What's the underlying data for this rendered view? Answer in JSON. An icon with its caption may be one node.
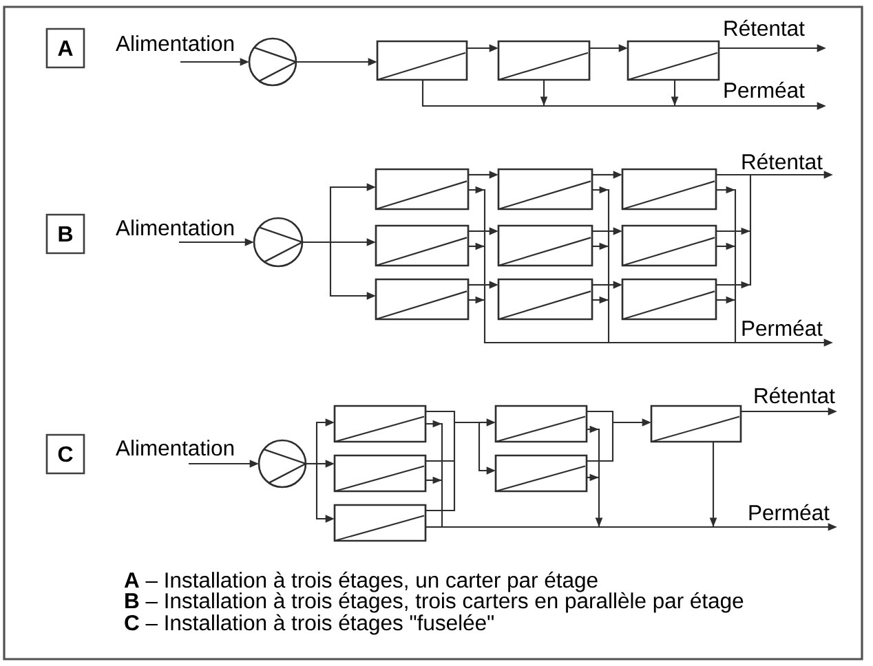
{
  "diagram": {
    "nodes": [
      {
        "text": [
          "A"
        ]
      },
      {
        "text": [
          "Alimentation"
        ]
      },
      {
        "text": [],
        "shape": "circle"
      },
      {
        "text": [],
        "shape": "box"
      },
      {
        "text": [],
        "shape": "box"
      },
      {
        "text": [],
        "shape": "box"
      },
      {
        "text": [
          "Rétentat"
        ]
      },
      {
        "text": [
          "Perméat"
        ]
      },
      {
        "text": [
          "B"
        ]
      },
      {
        "text": [
          "Alimentation"
        ]
      },
      {
        "text": [],
        "shape": "circle"
      },
      {
        "text": [],
        "shape": "box"
      },
      {
        "text": [],
        "shape": "box"
      },
      {
        "text": [],
        "shape": "box"
      },
      {
        "text": [],
        "shape": "box"
      },
      {
        "text": [],
        "shape": "box"
      },
      {
        "text": [],
        "shape": "box"
      },
      {
        "text": [],
        "shape": "box"
      },
      {
        "text": [],
        "shape": "box"
      },
      {
        "text": [],
        "shape": "box"
      },
      {
        "text": [
          "Rétentat"
        ]
      },
      {
        "text": [
          "Perméat"
        ]
      },
      {
        "text": [
          "C"
        ]
      },
      {
        "text": [
          "Alimentation"
        ]
      },
      {
        "text": [],
        "shape": "circle"
      },
      {
        "text": [],
        "shape": "box"
      },
      {
        "text": [],
        "shape": "box"
      },
      {
        "text": [],
        "shape": "box"
      },
      {
        "text": [],
        "shape": "box"
      },
      {
        "text": [],
        "shape": "box"
      },
      {
        "text": [],
        "shape": "box"
      },
      {
        "text": [
          "Rétentat"
        ]
      },
      {
        "text": [
          "Perméat"
        ]
      }
    ],
    "edges": [
      {
        "from": 1,
        "to": 2,
        "arrow": "to"
      },
      {
        "from": 2,
        "to": 3,
        "arrow": "to"
      },
      {
        "from": 3,
        "to": 4,
        "arrow": "to"
      },
      {
        "from": 4,
        "to": 5,
        "arrow": "to"
      },
      {
        "from": 5,
        "to": 6,
        "arrow": "to"
      },
      {
        "from": 3,
        "to": 7,
        "arrow": "to"
      },
      {
        "from": 4,
        "to": 7,
        "arrow": "to"
      },
      {
        "from": 5,
        "to": 7,
        "arrow": "to"
      },
      {
        "from": 9,
        "to": 10,
        "arrow": "to"
      },
      {
        "from": 10,
        "to": 11,
        "arrow": "to"
      },
      {
        "from": 10,
        "to": 14,
        "arrow": "to"
      },
      {
        "from": 10,
        "to": 17,
        "arrow": "to"
      },
      {
        "from": 11,
        "to": 12,
        "arrow": "to"
      },
      {
        "from": 12,
        "to": 13,
        "arrow": "to"
      },
      {
        "from": 14,
        "to": 15,
        "arrow": "to"
      },
      {
        "from": 15,
        "to": 16,
        "arrow": "to"
      },
      {
        "from": 17,
        "to": 18,
        "arrow": "to"
      },
      {
        "from": 18,
        "to": 19,
        "arrow": "to"
      },
      {
        "from": 13,
        "to": 20,
        "arrow": "to"
      },
      {
        "from": 16,
        "to": 20,
        "arrow": "to"
      },
      {
        "from": 19,
        "to": 20,
        "arrow": "to"
      },
      {
        "from": 11,
        "to": 21,
        "arrow": "to"
      },
      {
        "from": 12,
        "to": 21,
        "arrow": "to"
      },
      {
        "from": 13,
        "to": 21,
        "arrow": "to"
      },
      {
        "from": 14,
        "to": 21,
        "arrow": "to"
      },
      {
        "from": 15,
        "to": 21,
        "arrow": "to"
      },
      {
        "from": 16,
        "to": 21,
        "arrow": "to"
      },
      {
        "from": 17,
        "to": 21,
        "arrow": "to"
      },
      {
        "from": 18,
        "to": 21,
        "arrow": "to"
      },
      {
        "from": 19,
        "to": 21,
        "arrow": "to"
      },
      {
        "from": 23,
        "to": 24,
        "arrow": "to"
      },
      {
        "from": 24,
        "to": 25,
        "arrow": "to"
      },
      {
        "from": 24,
        "to": 28,
        "arrow": "to"
      },
      {
        "from": 24,
        "to": 30,
        "arrow": "to"
      },
      {
        "from": 25,
        "to": 26,
        "arrow": "to"
      },
      {
        "from": 25,
        "to": 29,
        "arrow": "to"
      },
      {
        "from": 28,
        "to": 26,
        "arrow": "to"
      },
      {
        "from": 28,
        "to": 29,
        "arrow": "to"
      },
      {
        "from": 30,
        "to": 26,
        "arrow": "to"
      },
      {
        "from": 30,
        "to": 29,
        "arrow": "to"
      },
      {
        "from": 26,
        "to": 27,
        "arrow": "to"
      },
      {
        "from": 29,
        "to": 27,
        "arrow": "to"
      },
      {
        "from": 27,
        "to": 31,
        "arrow": "to"
      },
      {
        "from": 25,
        "to": 32,
        "arrow": "to"
      },
      {
        "from": 26,
        "to": 32,
        "arrow": "to"
      },
      {
        "from": 27,
        "to": 32,
        "arrow": "to"
      },
      {
        "from": 28,
        "to": 32,
        "arrow": "to"
      },
      {
        "from": 29,
        "to": 32,
        "arrow": "to"
      },
      {
        "from": 30,
        "to": 32,
        "arrow": "to"
      }
    ],
    "labels": [
      "**A** – Installation à trois étages, un carter par étage",
      "**B** – Installation à trois étages, trois carters en parallèle par étage",
      "**C** – Installation à trois étages \"fuselée\""
    ]
  }
}
